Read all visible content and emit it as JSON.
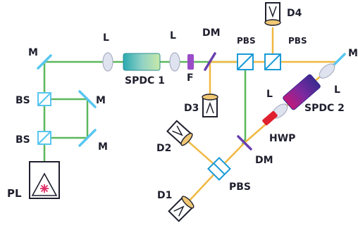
{
  "labels": {
    "mirror": "M",
    "lens": "L",
    "beam_splitter": "BS",
    "pump_laser": "PL",
    "spdc1": "SPDC 1",
    "spdc2": "SPDC 2",
    "filter": "F",
    "dichroic_mirror": "DM",
    "pbs": "PBS",
    "half_wave_plate": "HWP",
    "detector_1": "D1",
    "detector_2": "D2",
    "detector_3": "D3",
    "detector_4": "D4"
  },
  "colors": {
    "pump_beam": "#5cb85c",
    "signal_beam": "#f0b840",
    "optics": "#58c6f0",
    "lens_fill": "#dfe3ef",
    "filter": "#9b4dc8",
    "hwp": "#e0202e",
    "laser_symbol": "#e0306a",
    "ink": "#1f1f2e"
  }
}
